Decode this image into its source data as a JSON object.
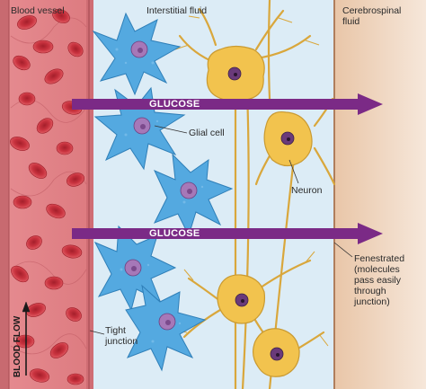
{
  "labels": {
    "blood_vessel": "Blood vessel",
    "interstitial_fluid": "Interstitial fluid",
    "cerebrospinal_fluid": "Cerebrospinal fluid",
    "glial_cell": "Glial cell",
    "neuron": "Neuron",
    "fenestrated": "Fenestrated (molecules pass easily through junction)",
    "tight_junction": "Tight junction",
    "blood_flow": "BLOOD FLOW",
    "glucose_top": "GLUCOSE",
    "glucose_bottom": "GLUCOSE"
  },
  "colors": {
    "blood": "#d9767d",
    "rbc": "#c8323e",
    "interstitial": "#dcecf6",
    "csf": "#f3dcc7",
    "glial": "#54a9e0",
    "neuron": "#f2c34e",
    "arrow": "#7b2a86"
  }
}
